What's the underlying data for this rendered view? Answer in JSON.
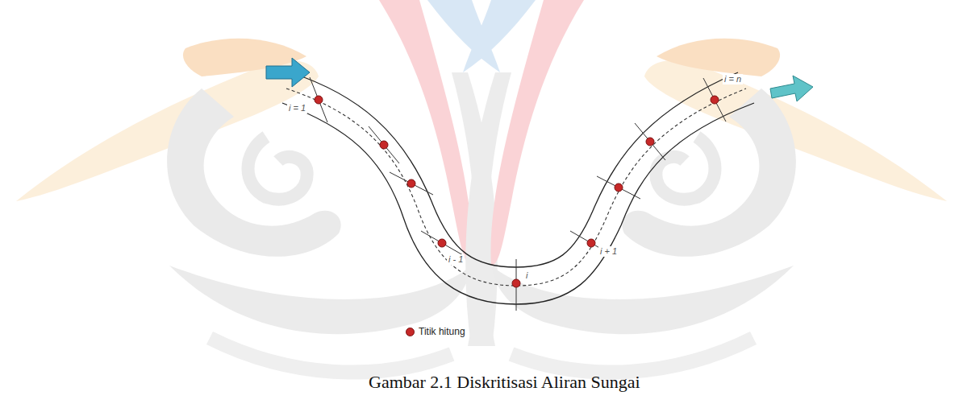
{
  "diagram": {
    "caption": "Gambar 2.1 Diskritisasi Aliran Sungai",
    "labels": [
      "i = 1",
      "i - 1",
      "i",
      "i + 1",
      "i = n"
    ],
    "legend": [
      {
        "text": "Titik hitung",
        "color": "#c62828"
      }
    ]
  }
}
